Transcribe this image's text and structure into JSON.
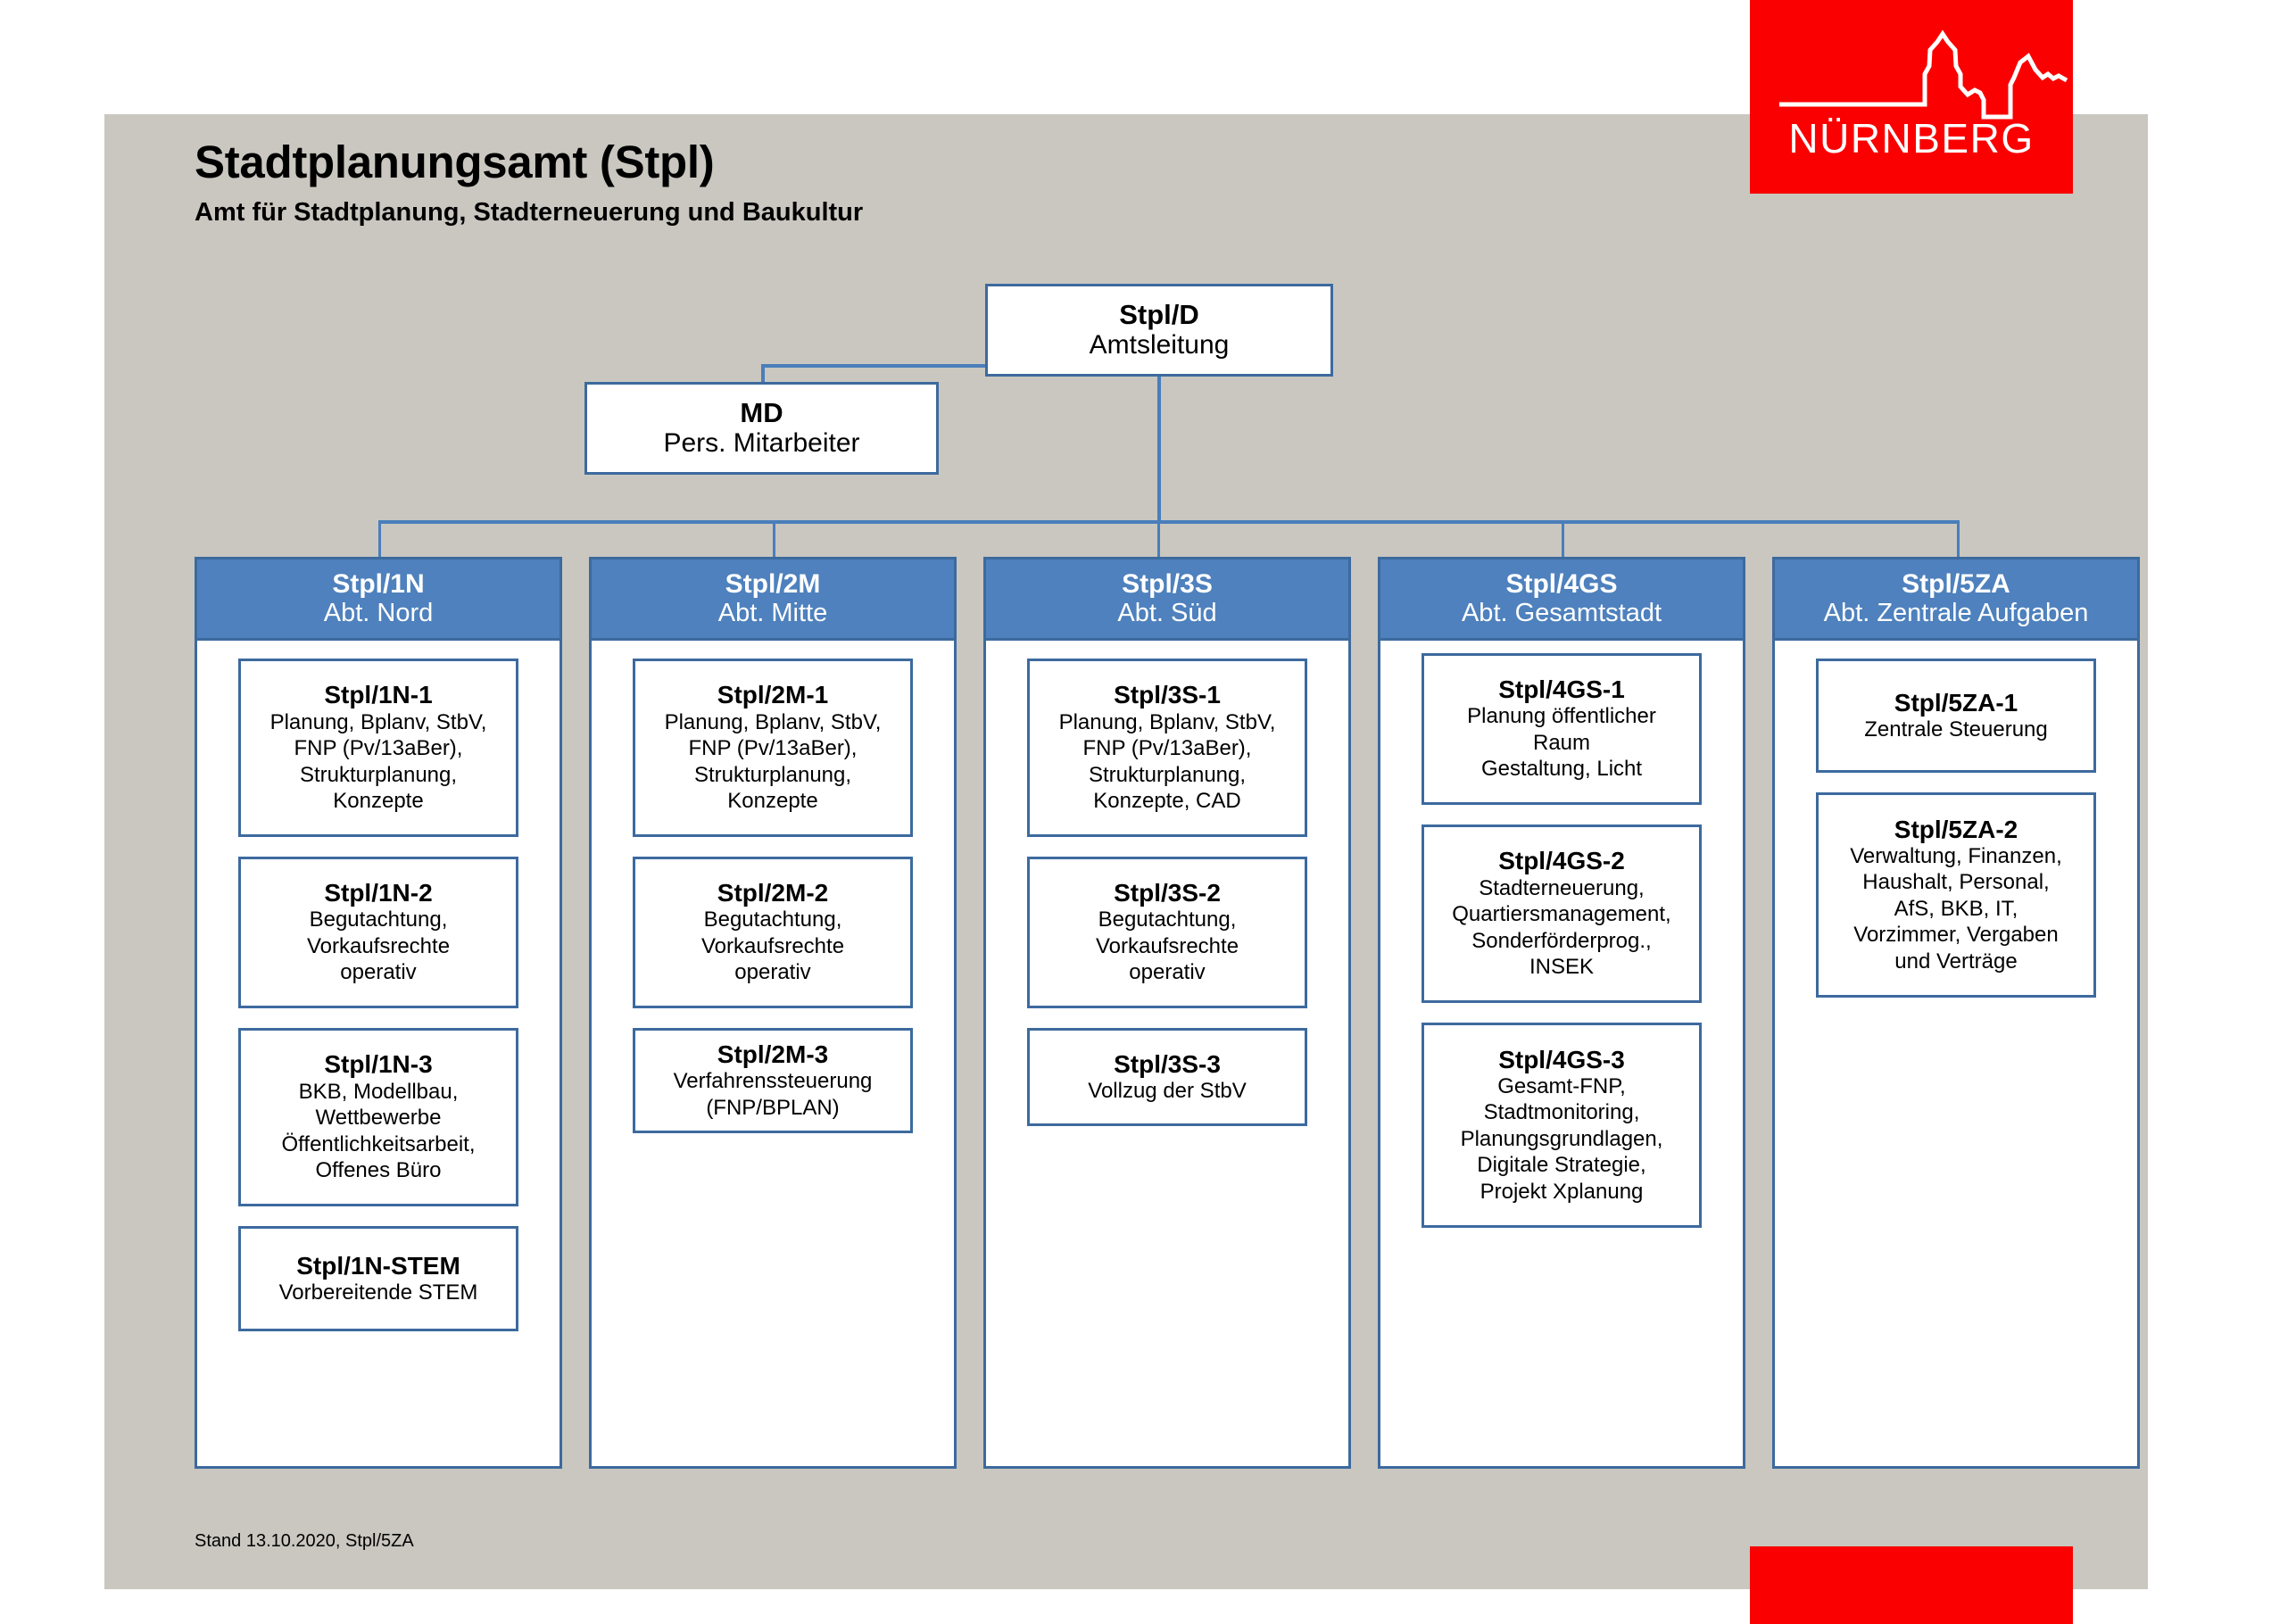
{
  "header": {
    "title": "Stadtplanungsamt (Stpl)",
    "subtitle": "Amt für Stadtplanung, Stadterneuerung und Baukultur",
    "logo_text": "NÜRNBERG",
    "logo_icon": "city-skyline-icon"
  },
  "footer": {
    "status": "Stand 13.10.2020, Stpl/5ZA"
  },
  "colors": {
    "brand_red": "#fa0000",
    "header_blue": "#4e81bd",
    "border_blue": "#3d6a9e",
    "connector_blue": "#4a7ebb",
    "panel_gray": "#c9c7c0"
  },
  "top_nodes": [
    {
      "code": "Stpl/D",
      "desc": "Amtsleitung"
    },
    {
      "code": "MD",
      "desc": "Pers. Mitarbeiter"
    }
  ],
  "departments": [
    {
      "code": "Stpl/1N",
      "desc": "Abt. Nord",
      "units": [
        {
          "code": "Stpl/1N-1",
          "desc": "Planung, Bplanv, StbV,\nFNP (Pv/13aBer),\nStrukturplanung,\nKonzepte"
        },
        {
          "code": "Stpl/1N-2",
          "desc": "Begutachtung,\nVorkaufsrechte\noperativ"
        },
        {
          "code": "Stpl/1N-3",
          "desc": "BKB, Modellbau,\nWettbewerbe\nÖffentlichkeitsarbeit,\nOffenes Büro"
        },
        {
          "code": "Stpl/1N-STEM",
          "desc": "Vorbereitende STEM"
        }
      ]
    },
    {
      "code": "Stpl/2M",
      "desc": "Abt. Mitte",
      "units": [
        {
          "code": "Stpl/2M-1",
          "desc": "Planung, Bplanv, StbV,\nFNP (Pv/13aBer),\nStrukturplanung,\nKonzepte"
        },
        {
          "code": "Stpl/2M-2",
          "desc": "Begutachtung,\nVorkaufsrechte\noperativ"
        },
        {
          "code": "Stpl/2M-3",
          "desc": "Verfahrenssteuerung\n(FNP/BPLAN)"
        }
      ]
    },
    {
      "code": "Stpl/3S",
      "desc": "Abt. Süd",
      "units": [
        {
          "code": "Stpl/3S-1",
          "desc": "Planung, Bplanv, StbV,\nFNP (Pv/13aBer),\nStrukturplanung,\nKonzepte, CAD"
        },
        {
          "code": "Stpl/3S-2",
          "desc": "Begutachtung,\nVorkaufsrechte\noperativ"
        },
        {
          "code": "Stpl/3S-3",
          "desc": "Vollzug der StbV"
        }
      ]
    },
    {
      "code": "Stpl/4GS",
      "desc": "Abt. Gesamtstadt",
      "units": [
        {
          "code": "Stpl/4GS-1",
          "desc": "Planung öffentlicher\nRaum\nGestaltung, Licht"
        },
        {
          "code": "Stpl/4GS-2",
          "desc": "Stadterneuerung,\nQuartiersmanagement,\nSonderförderprog.,\nINSEK"
        },
        {
          "code": "Stpl/4GS-3",
          "desc": "Gesamt-FNP,\nStadtmonitoring,\nPlanungsgrundlagen,\nDigitale Strategie,\nProjekt Xplanung"
        }
      ]
    },
    {
      "code": "Stpl/5ZA",
      "desc": "Abt. Zentrale Aufgaben",
      "units": [
        {
          "code": "Stpl/5ZA-1",
          "desc": "Zentrale Steuerung"
        },
        {
          "code": "Stpl/5ZA-2",
          "desc": "Verwaltung, Finanzen,\nHaushalt, Personal,\nAfS, BKB, IT,\nVorzimmer, Vergaben\nund Verträge"
        }
      ]
    }
  ]
}
